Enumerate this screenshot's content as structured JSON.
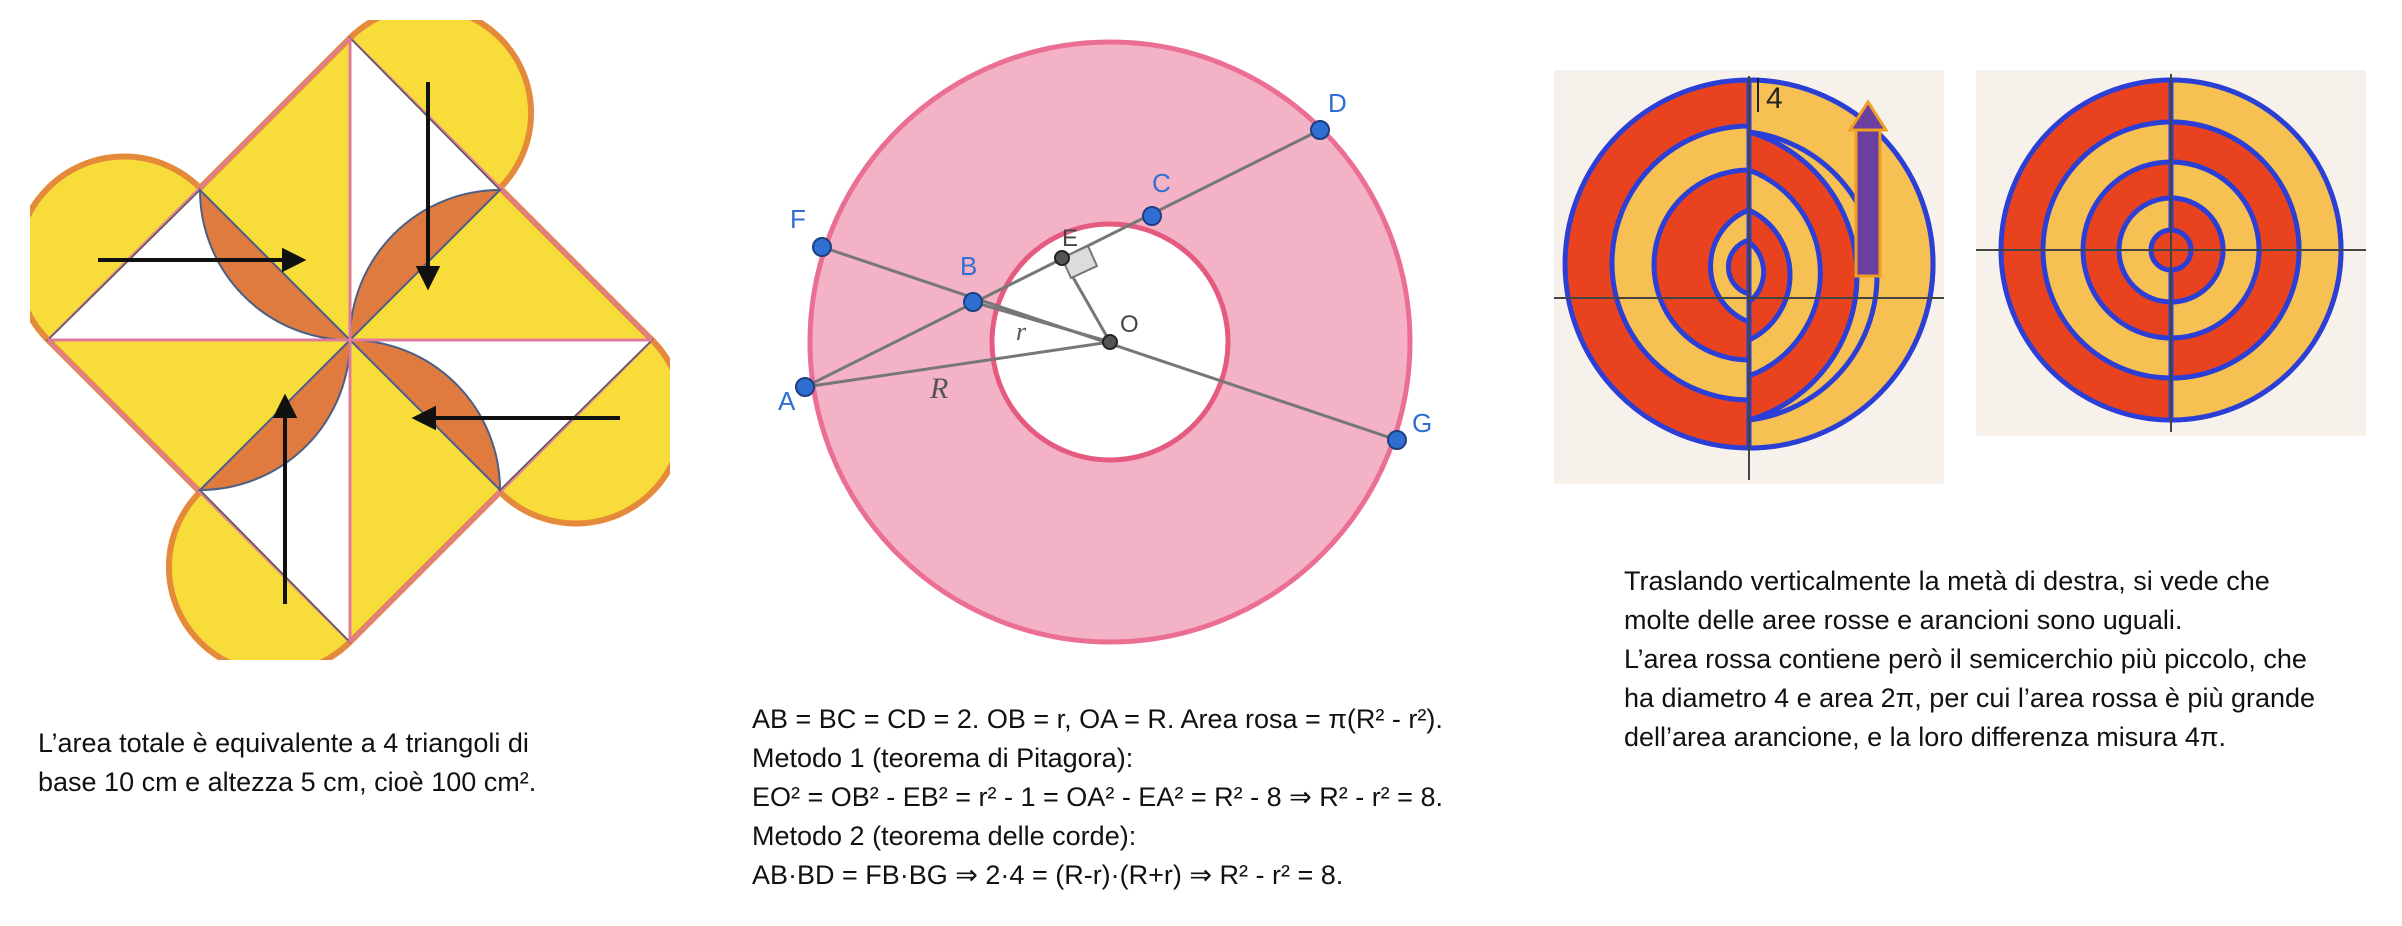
{
  "left": {
    "caption_lines": [
      "L’area totale è equivalente a 4 triangoli di",
      "base 10 cm e altezza 5 cm, cioè 100 cm²."
    ]
  },
  "middle": {
    "points": {
      "A": "A",
      "B": "B",
      "C": "C",
      "D": "D",
      "E": "E",
      "F": "F",
      "G": "G",
      "O": "O"
    },
    "r_label": "r",
    "R_label": "R",
    "caption_lines": [
      "AB = BC = CD = 2. OB = r, OA = R. Area rosa = π(R² - r²).",
      "Metodo 1 (teorema di Pitagora):",
      "EO² = OB² - EB² = r² - 1 = OA² - EA² = R² - 8 ⇒  R² - r² = 8.",
      "Metodo 2 (teorema delle corde):",
      "AB·BD  = FB·BG ⇒ 2·4 = (R-r)·(R+r) ⇒ R² - r² = 8."
    ]
  },
  "right": {
    "gap_label": "4",
    "caption_lines": [
      "Traslando verticalmente la metà di destra, si vede che",
      "molte delle aree rosse e arancioni sono uguali.",
      "L’area rossa contiene però il semicerchio più piccolo, che",
      "ha diametro 4 e area 2π, per cui l’area rossa è più grande",
      "dell’area arancione, e la loro differenza misura 4π."
    ]
  },
  "colors": {
    "yellow": "#f7dc3a",
    "orange_shape": "#df7b3f",
    "pink_ring": "#f4b2c6",
    "pink_stroke": "#ea6f92",
    "point_blue": "#2f6fd1",
    "spiral_red": "#e8431e",
    "spiral_yellow": "#f6c052",
    "spiral_blue": "#2b3fd6",
    "arrow_purple": "#6a3fa0"
  }
}
